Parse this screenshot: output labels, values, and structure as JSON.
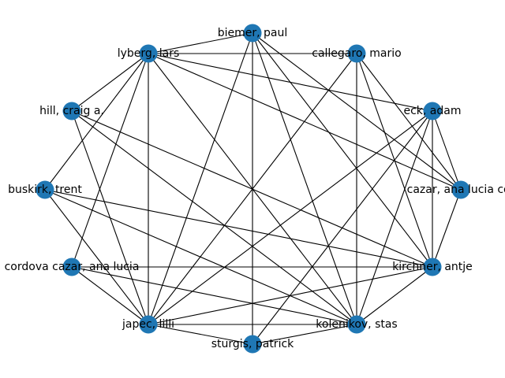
{
  "graph": {
    "node_color": "#1f77b4",
    "edge_color": "#000000",
    "nodes": [
      {
        "id": "biemer",
        "label": "biemer, paul"
      },
      {
        "id": "lyberg",
        "label": "lyberg, lars"
      },
      {
        "id": "callegaro",
        "label": "callegaro, mario"
      },
      {
        "id": "hill",
        "label": "hill, craig a."
      },
      {
        "id": "eck",
        "label": "eck, adam"
      },
      {
        "id": "buskirk",
        "label": "buskirk, trent"
      },
      {
        "id": "cazar",
        "label": "cazar, ana lucia cor"
      },
      {
        "id": "cordova",
        "label": "cordova cazar, ana lucia"
      },
      {
        "id": "kirchner",
        "label": "kirchner, antje"
      },
      {
        "id": "japec",
        "label": "japec, lilli"
      },
      {
        "id": "kolenikov",
        "label": "kolenikov, stas"
      },
      {
        "id": "sturgis",
        "label": "sturgis, patrick"
      }
    ],
    "edges": [
      [
        "biemer",
        "lyberg"
      ],
      [
        "biemer",
        "japec"
      ],
      [
        "biemer",
        "sturgis"
      ],
      [
        "biemer",
        "kirchner"
      ],
      [
        "biemer",
        "kolenikov"
      ],
      [
        "biemer",
        "cazar"
      ],
      [
        "lyberg",
        "callegaro"
      ],
      [
        "lyberg",
        "eck"
      ],
      [
        "lyberg",
        "hill"
      ],
      [
        "lyberg",
        "buskirk"
      ],
      [
        "lyberg",
        "cordova"
      ],
      [
        "lyberg",
        "japec"
      ],
      [
        "lyberg",
        "kolenikov"
      ],
      [
        "lyberg",
        "cazar"
      ],
      [
        "callegaro",
        "japec"
      ],
      [
        "callegaro",
        "kolenikov"
      ],
      [
        "callegaro",
        "kirchner"
      ],
      [
        "callegaro",
        "cazar"
      ],
      [
        "hill",
        "japec"
      ],
      [
        "hill",
        "kolenikov"
      ],
      [
        "hill",
        "kirchner"
      ],
      [
        "eck",
        "cazar"
      ],
      [
        "eck",
        "kirchner"
      ],
      [
        "eck",
        "kolenikov"
      ],
      [
        "eck",
        "japec"
      ],
      [
        "eck",
        "sturgis"
      ],
      [
        "buskirk",
        "japec"
      ],
      [
        "buskirk",
        "kolenikov"
      ],
      [
        "buskirk",
        "kirchner"
      ],
      [
        "cordova",
        "japec"
      ],
      [
        "cordova",
        "kolenikov"
      ],
      [
        "cordova",
        "kirchner"
      ],
      [
        "kirchner",
        "japec"
      ],
      [
        "kirchner",
        "kolenikov"
      ],
      [
        "kirchner",
        "cazar"
      ],
      [
        "japec",
        "kolenikov"
      ],
      [
        "japec",
        "sturgis"
      ],
      [
        "sturgis",
        "kolenikov"
      ]
    ]
  }
}
